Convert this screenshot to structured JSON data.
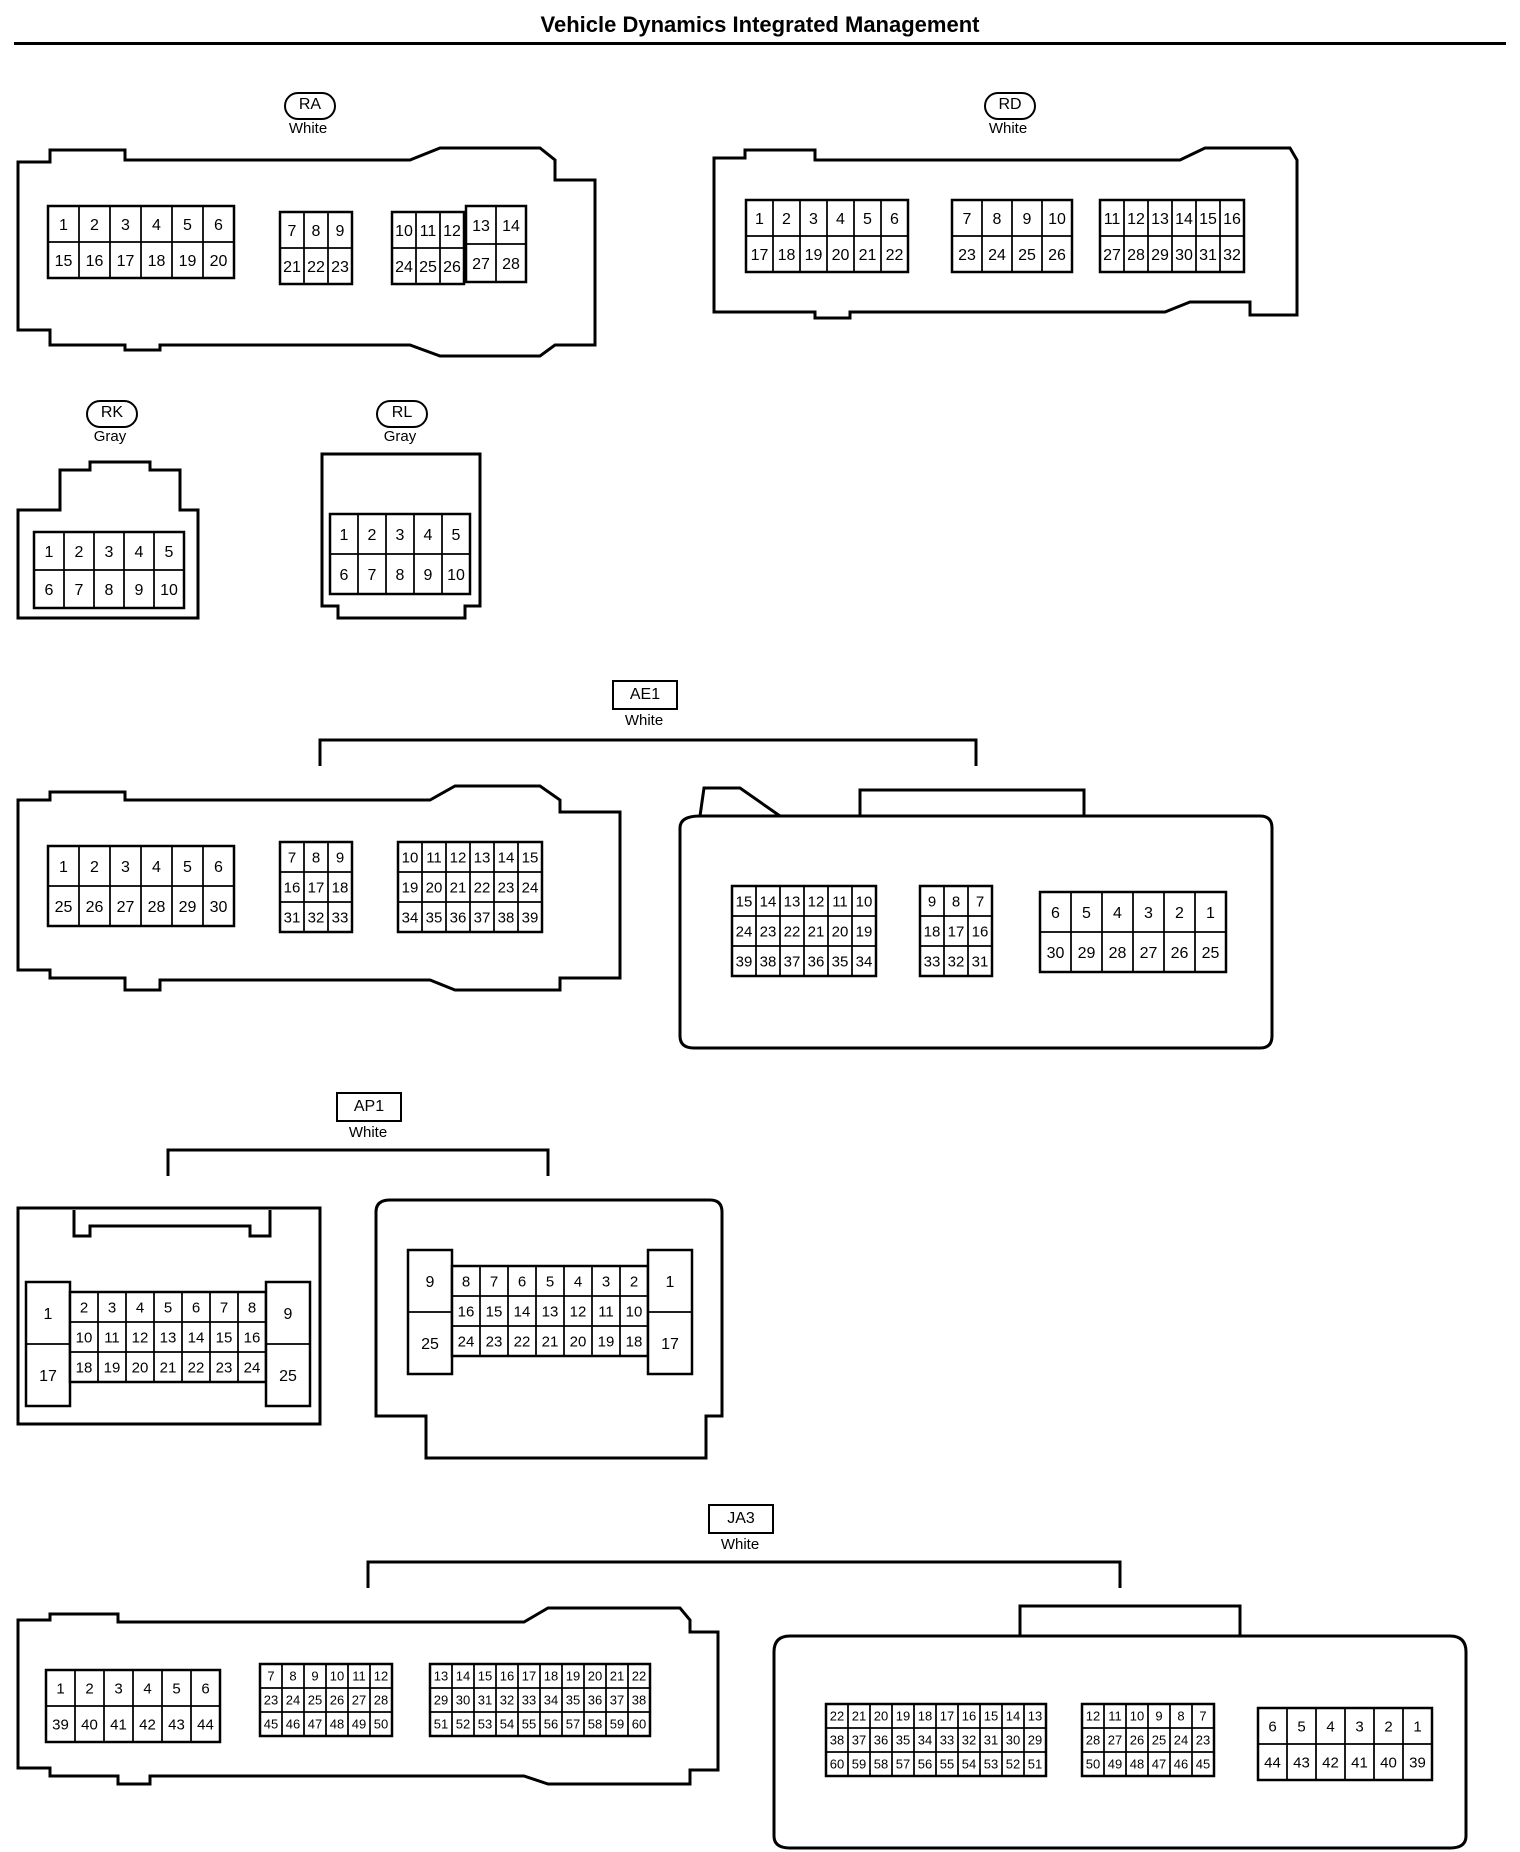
{
  "title": "Vehicle Dynamics Integrated Management",
  "connectors": {
    "RA": {
      "tag": "RA",
      "color": "White"
    },
    "RD": {
      "tag": "RD",
      "color": "White"
    },
    "RK": {
      "tag": "RK",
      "color": "Gray"
    },
    "RL": {
      "tag": "RL",
      "color": "Gray"
    },
    "AE1": {
      "tag": "AE1",
      "color": "White"
    },
    "AP1": {
      "tag": "AP1",
      "color": "White"
    },
    "JA3": {
      "tag": "JA3",
      "color": "White"
    }
  },
  "pins": {
    "RA": [
      {
        "rows": [
          [
            "1",
            "2",
            "3",
            "4",
            "5",
            "6"
          ],
          [
            "15",
            "16",
            "17",
            "18",
            "19",
            "20"
          ]
        ]
      },
      {
        "rows": [
          [
            "7",
            "8",
            "9"
          ],
          [
            "21",
            "22",
            "23"
          ]
        ]
      },
      {
        "rows": [
          [
            "10",
            "11",
            "12"
          ],
          [
            "24",
            "25",
            "26"
          ]
        ]
      },
      {
        "rows": [
          [
            "13",
            "14"
          ],
          [
            "27",
            "28"
          ]
        ]
      }
    ],
    "RD": [
      {
        "rows": [
          [
            "1",
            "2",
            "3",
            "4",
            "5",
            "6"
          ],
          [
            "17",
            "18",
            "19",
            "20",
            "21",
            "22"
          ]
        ]
      },
      {
        "rows": [
          [
            "7",
            "8",
            "9",
            "10"
          ],
          [
            "23",
            "24",
            "25",
            "26"
          ]
        ]
      },
      {
        "rows": [
          [
            "11",
            "12",
            "13",
            "14",
            "15",
            "16"
          ],
          [
            "27",
            "28",
            "29",
            "30",
            "31",
            "32"
          ]
        ]
      }
    ],
    "RK": [
      {
        "rows": [
          [
            "1",
            "2",
            "3",
            "4",
            "5"
          ],
          [
            "6",
            "7",
            "8",
            "9",
            "10"
          ]
        ]
      }
    ],
    "RL": [
      {
        "rows": [
          [
            "1",
            "2",
            "3",
            "4",
            "5"
          ],
          [
            "6",
            "7",
            "8",
            "9",
            "10"
          ]
        ]
      }
    ],
    "AE1_left": [
      {
        "rows": [
          [
            "1",
            "2",
            "3",
            "4",
            "5",
            "6"
          ],
          [
            "25",
            "26",
            "27",
            "28",
            "29",
            "30"
          ]
        ]
      },
      {
        "rows": [
          [
            "7",
            "8",
            "9"
          ],
          [
            "16",
            "17",
            "18"
          ],
          [
            "31",
            "32",
            "33"
          ]
        ]
      },
      {
        "rows": [
          [
            "10",
            "11",
            "12",
            "13",
            "14",
            "15"
          ],
          [
            "19",
            "20",
            "21",
            "22",
            "23",
            "24"
          ],
          [
            "34",
            "35",
            "36",
            "37",
            "38",
            "39"
          ]
        ]
      }
    ],
    "AE1_right": [
      {
        "rows": [
          [
            "15",
            "14",
            "13",
            "12",
            "11",
            "10"
          ],
          [
            "24",
            "23",
            "22",
            "21",
            "20",
            "19"
          ],
          [
            "39",
            "38",
            "37",
            "36",
            "35",
            "34"
          ]
        ]
      },
      {
        "rows": [
          [
            "9",
            "8",
            "7"
          ],
          [
            "18",
            "17",
            "16"
          ],
          [
            "33",
            "32",
            "31"
          ]
        ]
      },
      {
        "rows": [
          [
            "6",
            "5",
            "4",
            "3",
            "2",
            "1"
          ],
          [
            "30",
            "29",
            "28",
            "27",
            "26",
            "25"
          ]
        ]
      }
    ],
    "AP1_left": {
      "side_left": [
        "1",
        "17"
      ],
      "rows": [
        [
          "2",
          "3",
          "4",
          "5",
          "6",
          "7",
          "8"
        ],
        [
          "10",
          "11",
          "12",
          "13",
          "14",
          "15",
          "16"
        ],
        [
          "18",
          "19",
          "20",
          "21",
          "22",
          "23",
          "24"
        ]
      ],
      "side_right": [
        "9",
        "25"
      ]
    },
    "AP1_right": {
      "side_left": [
        "9",
        "25"
      ],
      "rows": [
        [
          "8",
          "7",
          "6",
          "5",
          "4",
          "3",
          "2"
        ],
        [
          "16",
          "15",
          "14",
          "13",
          "12",
          "11",
          "10"
        ],
        [
          "24",
          "23",
          "22",
          "21",
          "20",
          "19",
          "18"
        ]
      ],
      "side_right": [
        "1",
        "17"
      ]
    },
    "JA3_left": [
      {
        "rows": [
          [
            "1",
            "2",
            "3",
            "4",
            "5",
            "6"
          ],
          [
            "39",
            "40",
            "41",
            "42",
            "43",
            "44"
          ]
        ]
      },
      {
        "rows": [
          [
            "7",
            "8",
            "9",
            "10",
            "11",
            "12"
          ],
          [
            "23",
            "24",
            "25",
            "26",
            "27",
            "28"
          ],
          [
            "45",
            "46",
            "47",
            "48",
            "49",
            "50"
          ]
        ]
      },
      {
        "rows": [
          [
            "13",
            "14",
            "15",
            "16",
            "17",
            "18",
            "19",
            "20",
            "21",
            "22"
          ],
          [
            "29",
            "30",
            "31",
            "32",
            "33",
            "34",
            "35",
            "36",
            "37",
            "38"
          ],
          [
            "51",
            "52",
            "53",
            "54",
            "55",
            "56",
            "57",
            "58",
            "59",
            "60"
          ]
        ]
      }
    ],
    "JA3_right": [
      {
        "rows": [
          [
            "22",
            "21",
            "20",
            "19",
            "18",
            "17",
            "16",
            "15",
            "14",
            "13"
          ],
          [
            "38",
            "37",
            "36",
            "35",
            "34",
            "33",
            "32",
            "31",
            "30",
            "29"
          ],
          [
            "60",
            "59",
            "58",
            "57",
            "56",
            "55",
            "54",
            "53",
            "52",
            "51"
          ]
        ]
      },
      {
        "rows": [
          [
            "12",
            "11",
            "10",
            "9",
            "8",
            "7"
          ],
          [
            "28",
            "27",
            "26",
            "25",
            "24",
            "23"
          ],
          [
            "50",
            "49",
            "48",
            "47",
            "46",
            "45"
          ]
        ]
      },
      {
        "rows": [
          [
            "6",
            "5",
            "4",
            "3",
            "2",
            "1"
          ],
          [
            "44",
            "43",
            "42",
            "41",
            "40",
            "39"
          ]
        ]
      }
    ]
  }
}
